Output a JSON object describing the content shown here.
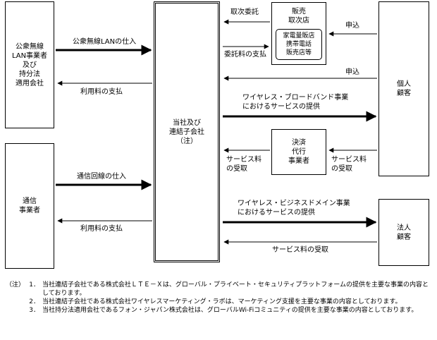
{
  "nodes": {
    "wireless_lan": "公衆無線\nLAN事業者\n及び\n持分法\n適用会社",
    "telecom": "通信\n事業者",
    "company": "当社及び\n連結子会社\n（注）",
    "sales_agent": "販売\n取次店",
    "stores": "家電量販店\n携帯電話\n販売店等",
    "payment_agent": "決済\n代行\n事業者",
    "individual": "個人\n顧客",
    "corporate": "法人\n顧客"
  },
  "flows": {
    "wlan_purchase": "公衆無線LANの仕入",
    "wlan_fee": "利用料の支払",
    "line_purchase": "通信回線の仕入",
    "line_fee": "利用料の支払",
    "agency_consign": "取次委託",
    "consign_fee": "委託料の支払",
    "apply_agent": "申込",
    "apply_direct": "申込",
    "broadband_service": "ワイヤレス・ブロードバンド事業\nにおけるサービスの提供",
    "service_fee_receipt_a": "サービス料\nの受取",
    "service_fee_receipt_b": "サービス料\nの受取",
    "business_domain_service": "ワイヤレス・ビジネスドメイン事業\nにおけるサービスの提供",
    "service_fee_receipt_corp": "サービス料の受取"
  },
  "notes": {
    "prefix": "（注）",
    "items": [
      {
        "num": "1．",
        "text": "当社連結子会社である株式会社ＬＴＥ－Ｘは、グローバル・プライベート・セキュリティプラットフォームの提供を主要な事業の内容としております。"
      },
      {
        "num": "2．",
        "text": "当社連結子会社である株式会社ワイヤレスマーケティング・ラボは、マーケティング支援を主要な事業の内容としております。"
      },
      {
        "num": "3．",
        "text": "当社持分法適用会社であるフォン・ジャパン株式会社は、グローバルWi-Fiコミュニティの提供を主要な事業の内容としております。"
      }
    ]
  }
}
